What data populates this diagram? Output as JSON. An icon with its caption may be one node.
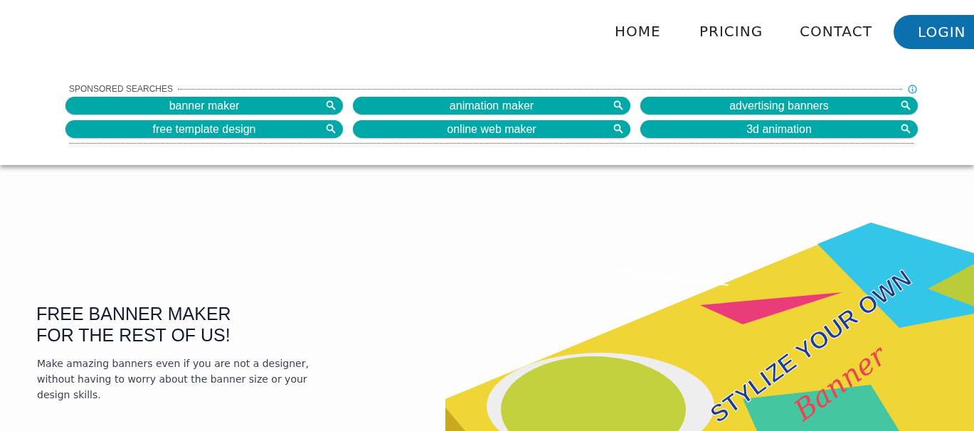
{
  "diagram": {
    "labels": [
      "HOME",
      "PRICING",
      "CONTACT",
      "LOGIN",
      "SPONSORED SEARCHES",
      "banner maker",
      "animation maker",
      "advertising banners",
      "free template design",
      "online web maker",
      "3d animation",
      "FREE BANNER MAKER FOR THE REST OF US!",
      "Make amazing banners even if you are not a designer, without having to worry about the banner size or your design skills.",
      "STYLIZE YOUR OWN",
      "Banner"
    ]
  }
}
